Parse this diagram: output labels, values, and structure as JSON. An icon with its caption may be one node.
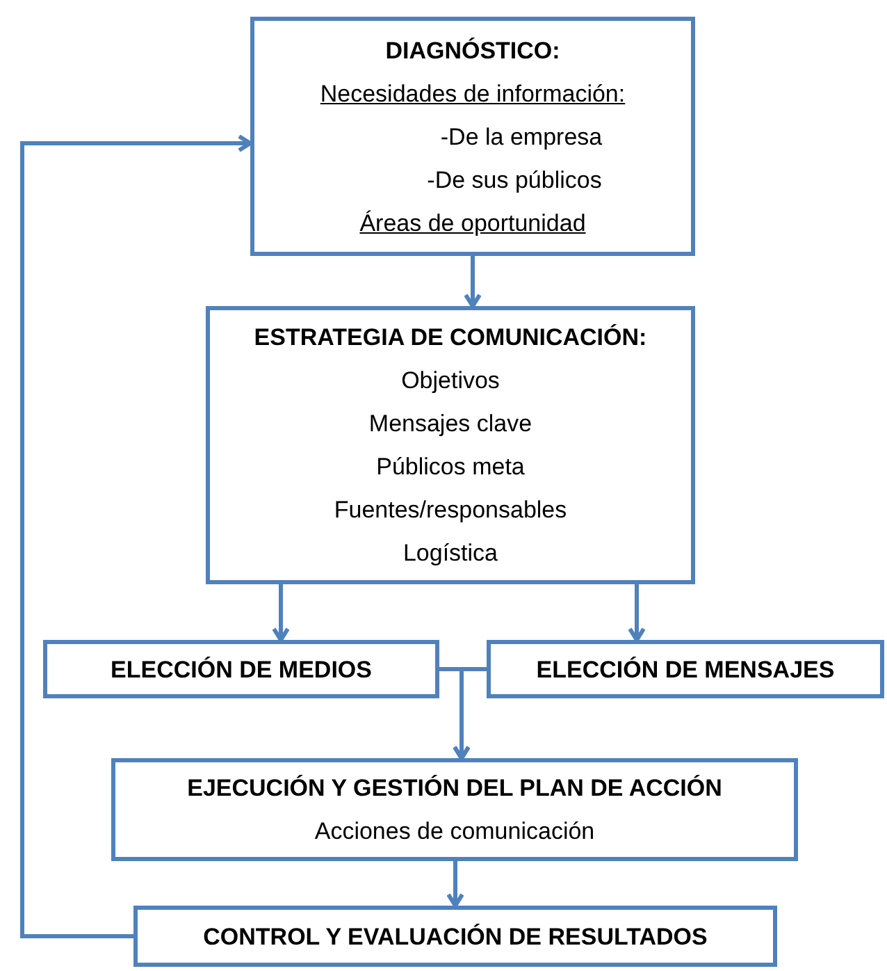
{
  "diagram": {
    "nodes": [
      {
        "text": [
          "DIAGNÓSTICO:",
          "Necesidades de información:",
          "-De la empresa",
          "-De sus públicos",
          "Áreas de oportunidad"
        ]
      },
      {
        "text": [
          "ESTRATEGIA DE COMUNICACIÓN:",
          "Objetivos",
          "Mensajes clave",
          "Públicos meta",
          "Fuentes/responsables",
          "Logística"
        ]
      },
      {
        "text": [
          "ELECCIÓN DE MEDIOS"
        ]
      },
      {
        "text": [
          "ELECCIÓN DE MENSAJES"
        ]
      },
      {
        "text": [
          "EJECUCIÓN Y GESTIÓN DEL PLAN DE ACCIÓN",
          "Acciones de comunicación"
        ]
      },
      {
        "text": [
          "CONTROL Y EVALUACIÓN DE RESULTADOS"
        ]
      }
    ],
    "edges": [
      {
        "from": 0,
        "to": 1,
        "arrow": "to"
      },
      {
        "from": 1,
        "to": 2,
        "arrow": "to"
      },
      {
        "from": 1,
        "to": 3,
        "arrow": "to"
      },
      {
        "from": 2,
        "to": 4,
        "arrow": "to"
      },
      {
        "from": 3,
        "to": 4,
        "arrow": "to"
      },
      {
        "from": 4,
        "to": 5,
        "arrow": "to"
      },
      {
        "from": 5,
        "to": 0,
        "arrow": "to"
      }
    ]
  }
}
